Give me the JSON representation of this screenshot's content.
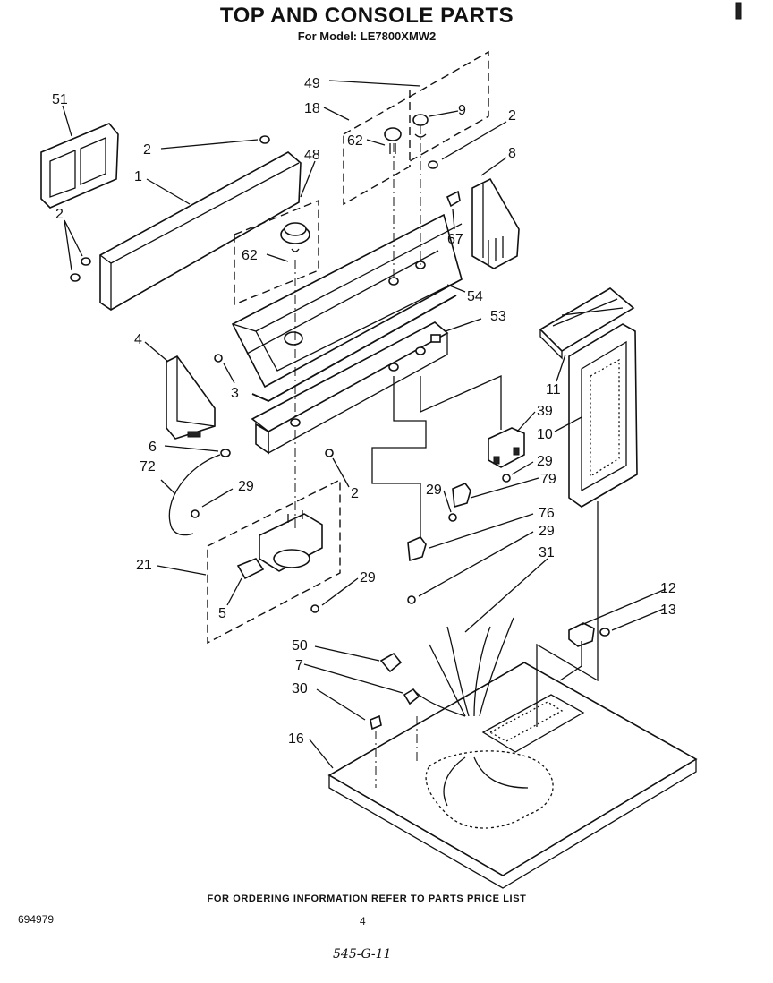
{
  "header": {
    "title": "TOP AND CONSOLE PARTS",
    "subtitle": "For Model: LE7800XMW2"
  },
  "footer": {
    "note": "FOR ORDERING INFORMATION REFER TO PARTS PRICE LIST",
    "ref_number": "694979",
    "page_number": "4",
    "handwritten": "545-G-11"
  },
  "callouts": [
    "51",
    "2",
    "1",
    "48",
    "2",
    "62",
    "49",
    "18",
    "9",
    "2",
    "62",
    "8",
    "67",
    "4",
    "3",
    "54",
    "53",
    "6",
    "72",
    "29",
    "2",
    "21",
    "5",
    "29",
    "11",
    "39",
    "10",
    "29",
    "79",
    "29",
    "76",
    "29",
    "31",
    "12",
    "13",
    "50",
    "7",
    "30",
    "16"
  ]
}
